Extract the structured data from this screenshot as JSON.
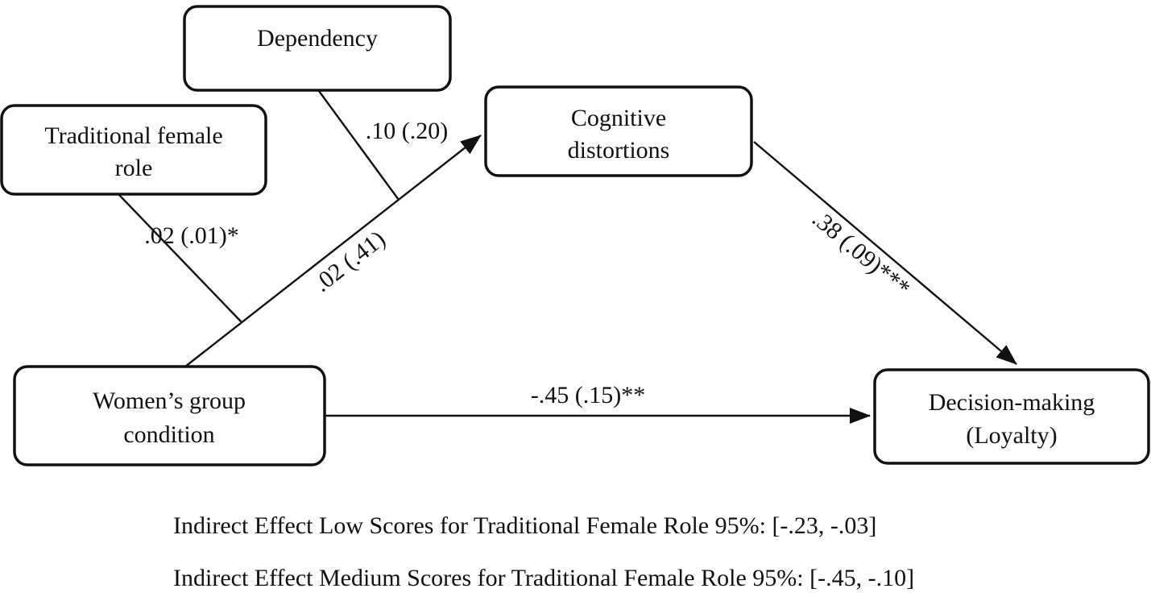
{
  "nodes": {
    "dependency": {
      "lines": [
        "Dependency"
      ]
    },
    "traditional": {
      "lines": [
        "Traditional female",
        "role"
      ]
    },
    "cognitive": {
      "lines": [
        "Cognitive",
        "distortions"
      ]
    },
    "womens": {
      "lines": [
        "Women’s group",
        "condition"
      ]
    },
    "decision": {
      "lines": [
        "Decision-making",
        "(Loyalty)"
      ]
    }
  },
  "edges": {
    "dependency_moderation": {
      "label": ".10 (.20)"
    },
    "traditional_moderation": {
      "label": ".02 (.01)*"
    },
    "a_path": {
      "label": ".02 (.41)"
    },
    "b_path": {
      "label": ".38 (.09)***"
    },
    "direct_path": {
      "label": "-.45 (.15)**"
    }
  },
  "notes": [
    "Indirect Effect Low Scores for Traditional Female Role 95%: [-.23, -.03]",
    "Indirect Effect Medium Scores for Traditional Female Role 95%: [-.45, -.10]"
  ],
  "colors": {
    "stroke": "#111111",
    "background": "#ffffff"
  }
}
